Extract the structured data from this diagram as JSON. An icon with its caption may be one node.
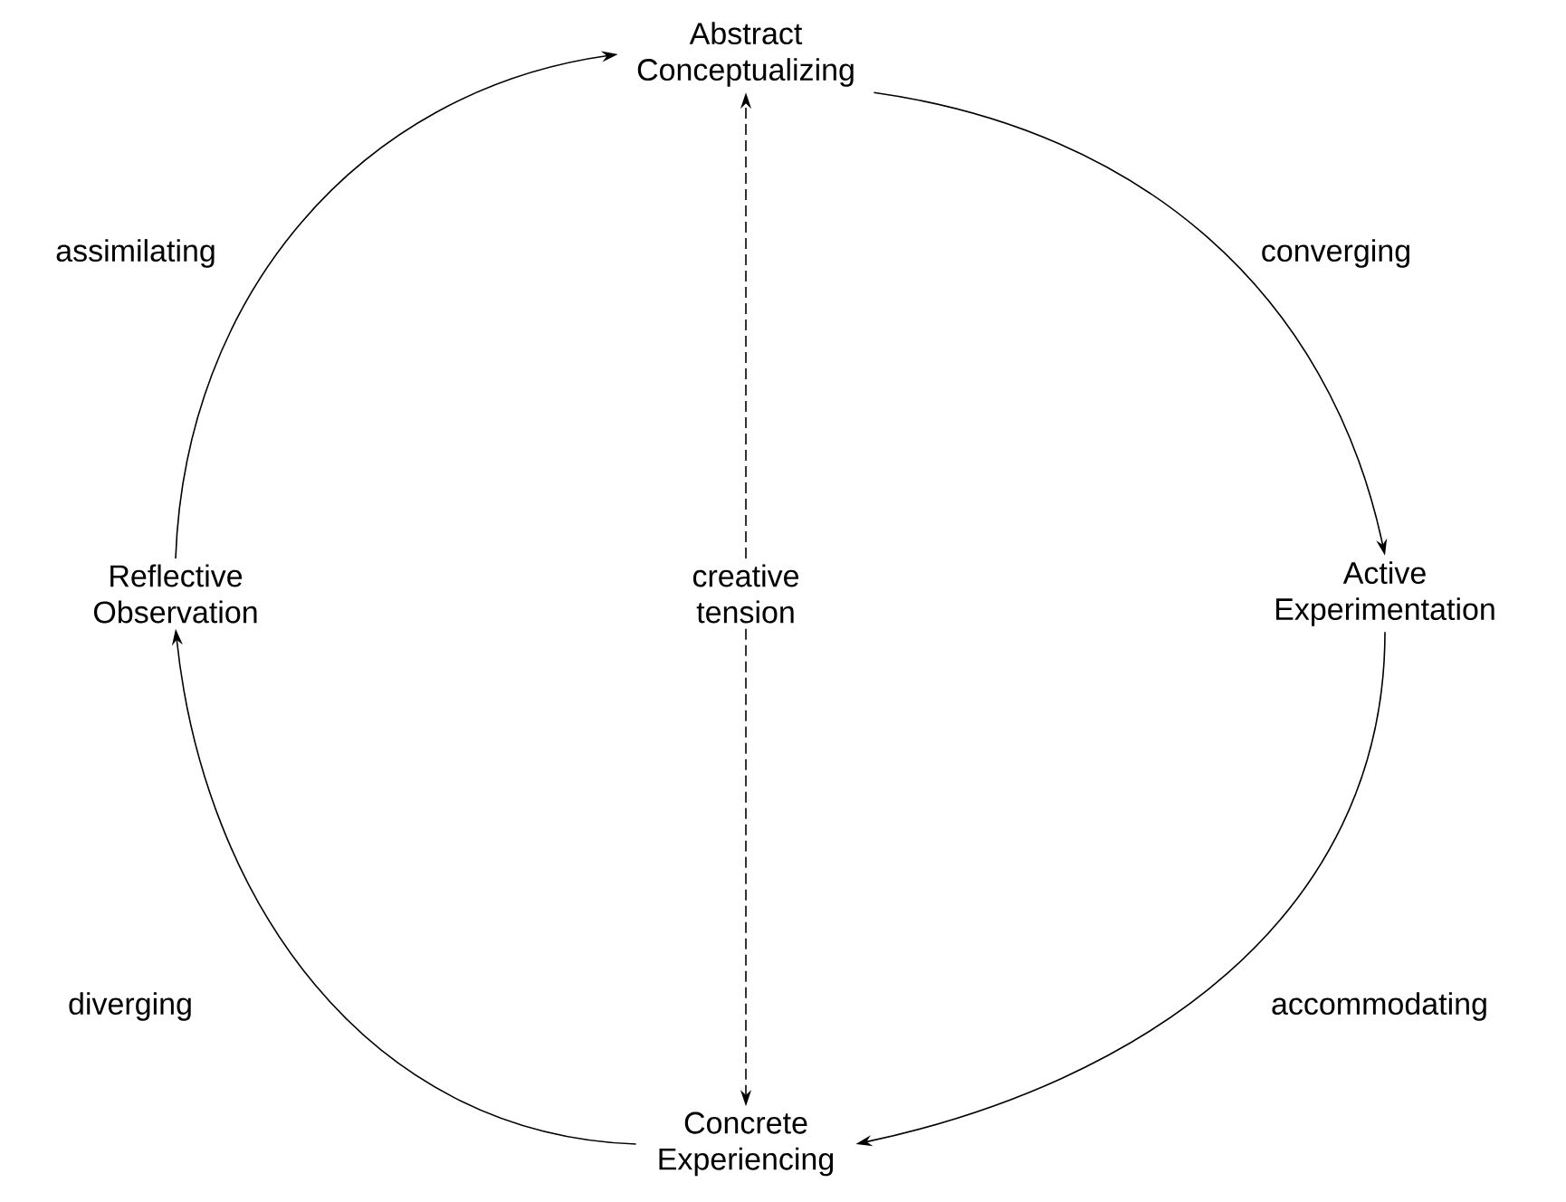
{
  "diagram": {
    "nodes": [
      {
        "text": [
          "Abstract Conceptualizing"
        ]
      },
      {
        "text": [
          "Active Experimentation"
        ]
      },
      {
        "text": [
          "Concrete Experiencing"
        ]
      },
      {
        "text": [
          "Reflective Observation"
        ]
      },
      {
        "text": [
          "creative tension"
        ]
      }
    ],
    "edges": [
      {
        "from": 0,
        "to": 1,
        "arrow": "to"
      },
      {
        "from": 1,
        "to": 2,
        "arrow": "to"
      },
      {
        "from": 2,
        "to": 3,
        "arrow": "to"
      },
      {
        "from": 3,
        "to": 0,
        "arrow": "to"
      },
      {
        "from": 4,
        "to": 0,
        "arrow": "to",
        "style": "dashed"
      },
      {
        "from": 4,
        "to": 2,
        "arrow": "to",
        "style": "dashed"
      }
    ],
    "labels": [
      "assimilating",
      "converging",
      "diverging",
      "accommodating"
    ]
  }
}
